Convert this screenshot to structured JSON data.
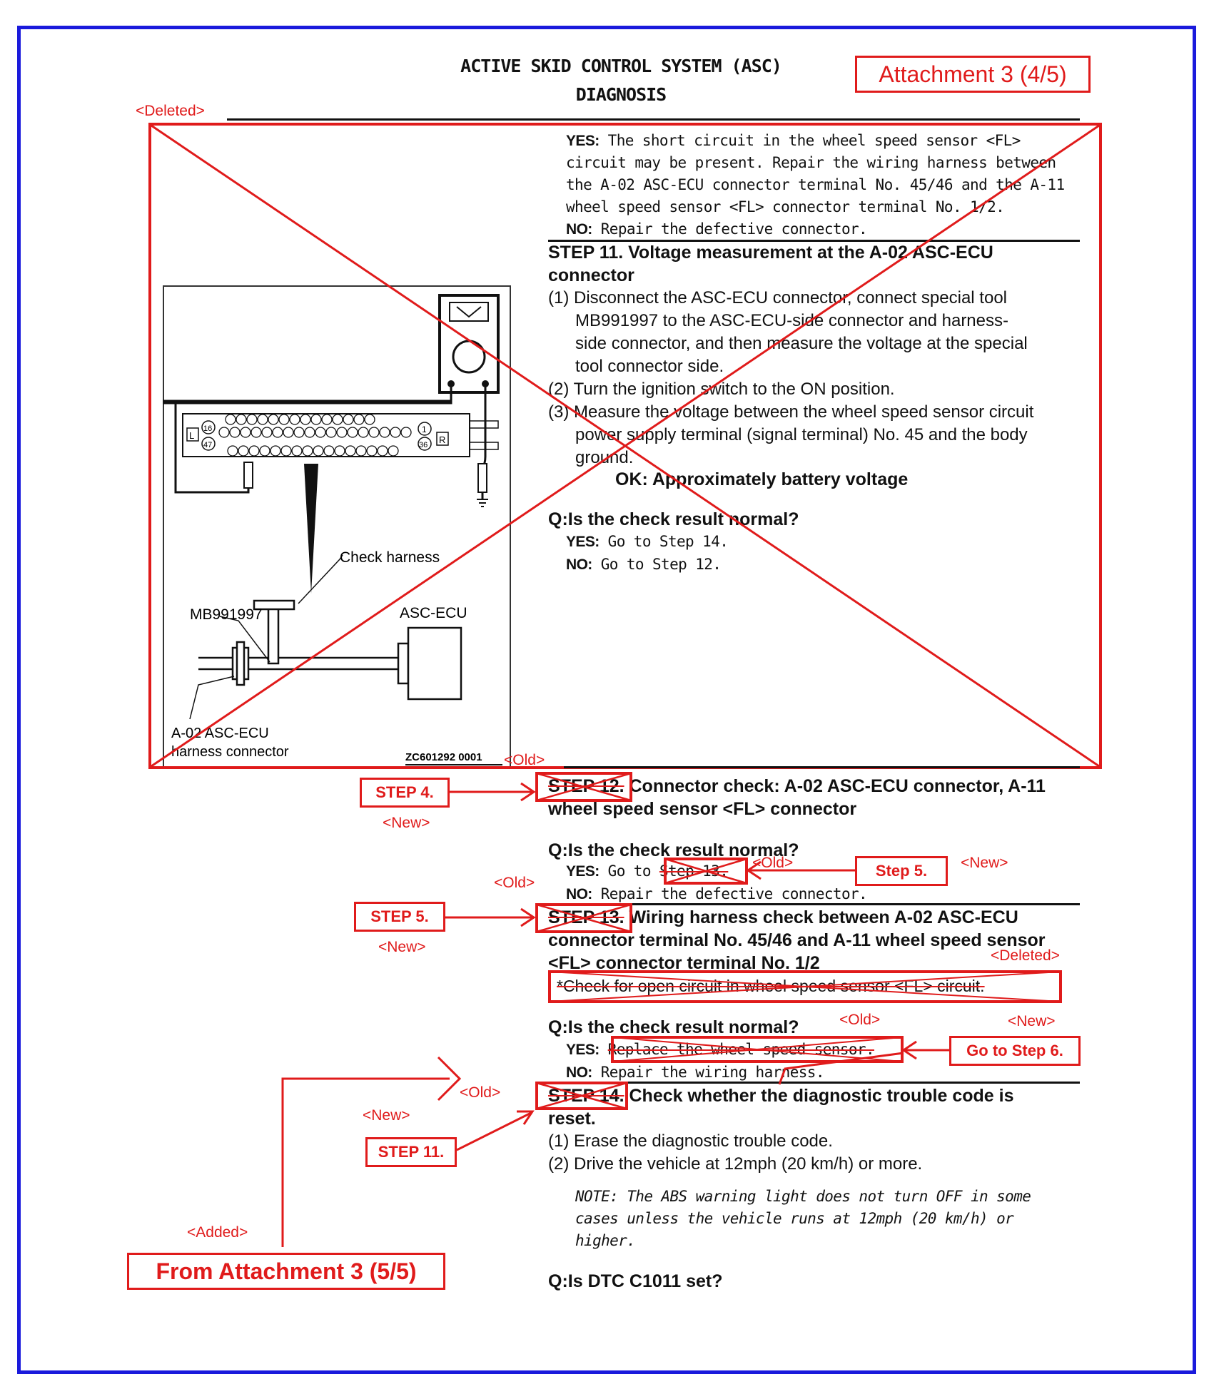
{
  "header": {
    "title": "ACTIVE SKID CONTROL SYSTEM (ASC)",
    "subtitle": "DIAGNOSIS",
    "attachment": "Attachment 3 (4/5)"
  },
  "tags": {
    "deleted_top": "<Deleted>",
    "old_illus": "<Old>",
    "new_step4": "<New>",
    "old_step5_yes": "<Old>",
    "new_step5_yes": "<New>",
    "old_step13": "<Old>",
    "new_step5": "<New>",
    "deleted_check": "<Deleted>",
    "old_yes13": "<Old>",
    "new_yes13": "<New>",
    "old_step14": "<Old>",
    "new_step11": "<New>",
    "added": "<Added>"
  },
  "deleted_block": {
    "yes_label": "YES:",
    "yes_lines": [
      "The short circuit in the wheel speed sensor <FL>",
      "circuit may be present. Repair the wiring harness between",
      "the A-02 ASC-ECU connector terminal No. 45/46 and the A-11",
      "wheel speed sensor <FL> connector terminal No. 1/2."
    ],
    "no_label": "NO:",
    "no_text": "Repair the defective connector.",
    "step11_title": [
      "STEP 11. Voltage measurement at the A-02 ASC-ECU",
      "connector"
    ],
    "step11_items": [
      [
        "(1)",
        "Disconnect the ASC-ECU connector, connect special tool"
      ],
      [
        "",
        "MB991997 to the ASC-ECU-side connector and harness-"
      ],
      [
        "",
        "side connector, and then measure the voltage at the special"
      ],
      [
        "",
        "tool connector side."
      ],
      [
        "(2)",
        "Turn the ignition switch to the ON position."
      ],
      [
        "(3)",
        "Measure the voltage between the wheel speed sensor circuit"
      ],
      [
        "",
        "power supply terminal (signal terminal) No. 45 and the body"
      ],
      [
        "",
        "ground."
      ]
    ],
    "ok_text": "OK: Approximately battery voltage",
    "question": "Q:Is the check result normal?",
    "yes2_label": "YES:",
    "yes2_text": "Go to Step 14.",
    "no2_label": "NO:",
    "no2_text": "Go to Step 12."
  },
  "illustration": {
    "check_harness": "Check harness",
    "tool": "MB991997",
    "ecu": "ASC-ECU",
    "connector_line1": "A-02 ASC-ECU",
    "connector_line2": "harness connector",
    "code": "ZC601292 0001",
    "pin_L": "L",
    "pin_R": "R",
    "pin_16": "16",
    "pin_47": "47",
    "pin_1": "1",
    "pin_36": "36"
  },
  "step12": {
    "label": "STEP 12.",
    "title_rest": "Connector check: A-02 ASC-ECU connector, A-11",
    "title_line2": "wheel speed sensor <FL> connector",
    "new_label": "STEP 4.",
    "question": "Q:Is the check result normal?",
    "yes_label": "YES:",
    "yes_prefix": "Go to",
    "yes_old": "Step 13.",
    "yes_new": "Step 5.",
    "no_label": "NO:",
    "no_text": "Repair the defective connector."
  },
  "step13": {
    "label": "STEP 13.",
    "new_label": "STEP 5.",
    "title_rest": "Wiring harness check between A-02 ASC-ECU",
    "title_line2": "connector terminal No. 45/46 and A-11 wheel speed sensor",
    "title_line3": "<FL> connector terminal No. 1/2",
    "check_text": "*Check for open circuit in wheel speed sensor <FL> circuit.",
    "question": "Q:Is the check result normal?",
    "yes_label": "YES:",
    "yes_old": "Replace the wheel speed sensor.",
    "yes_new": "Go to Step 6.",
    "no_label": "NO:",
    "no_text": "Repair the wiring harness."
  },
  "step14": {
    "label": "STEP 14.",
    "new_label": "STEP 11.",
    "title_rest": "Check whether the diagnostic trouble code is",
    "title_line2": "reset.",
    "items": [
      [
        "(1)",
        "Erase the diagnostic trouble code."
      ],
      [
        "(2)",
        "Drive the vehicle at 12mph (20 km/h) or more."
      ]
    ],
    "note": [
      "NOTE: The ABS warning light does not turn OFF in some",
      "cases unless the vehicle runs at 12mph (20 km/h) or",
      "higher."
    ],
    "question": "Q:Is DTC C1011 set?"
  },
  "from_attachment": "From Attachment 3 (5/5)"
}
